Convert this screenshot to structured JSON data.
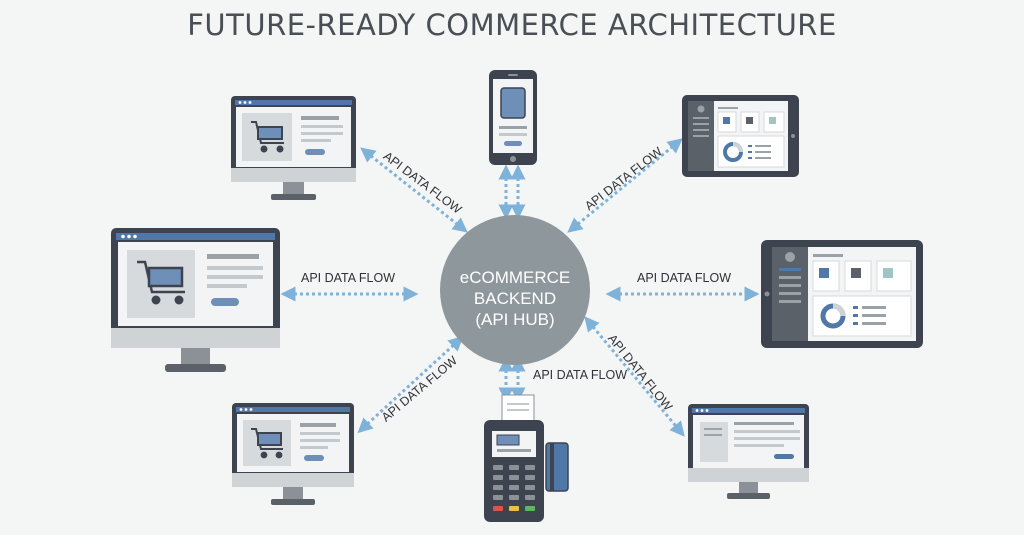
{
  "title": "FUTURE-READY COMMERCE ARCHITECTURE",
  "hub": {
    "lines": [
      "eCOMMERCE",
      "BACKEND",
      "(API HUB)"
    ],
    "color": "#8e979c"
  },
  "flow_label": "API DATA FLOW",
  "colors": {
    "arrow": "#7fb2d9",
    "device_frame": "#3d4450",
    "device_accent": "#4f78a8",
    "screen": "#f3f4f5"
  },
  "devices": [
    {
      "name": "desktop-top-left",
      "kind": "monitor-cart"
    },
    {
      "name": "desktop-left",
      "kind": "monitor-cart"
    },
    {
      "name": "desktop-bottom-left",
      "kind": "monitor-cart"
    },
    {
      "name": "smartphone",
      "kind": "phone"
    },
    {
      "name": "tablet-top-right",
      "kind": "tablet-dashboard"
    },
    {
      "name": "tablet-right",
      "kind": "tablet-dashboard"
    },
    {
      "name": "desktop-bottom-right",
      "kind": "monitor-list"
    },
    {
      "name": "pos-terminal",
      "kind": "pos"
    }
  ],
  "connections": [
    {
      "name": "flow-top-left",
      "label": "API DATA FLOW"
    },
    {
      "name": "flow-top",
      "label": ""
    },
    {
      "name": "flow-top-right",
      "label": "API DATA FLOW"
    },
    {
      "name": "flow-left",
      "label": "API DATA FLOW"
    },
    {
      "name": "flow-right",
      "label": "API DATA FLOW"
    },
    {
      "name": "flow-bottom-left",
      "label": "API DATA FLOW"
    },
    {
      "name": "flow-bottom",
      "label": "API DATA FLOW"
    },
    {
      "name": "flow-bottom-right",
      "label": "API DATA FLOW"
    }
  ]
}
